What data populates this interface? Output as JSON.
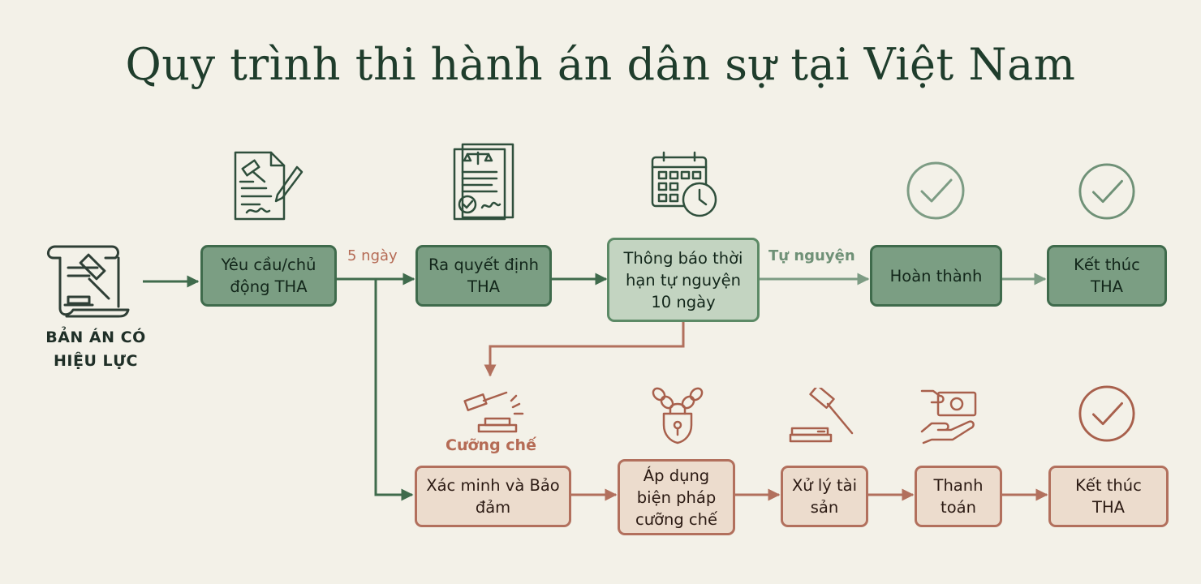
{
  "title": "Quy trình thi hành án dân sự tại Việt Nam",
  "start": {
    "label": "BẢN ÁN CÓ HIỆU LỰC",
    "icon": "judgment-scroll-gavel-icon"
  },
  "top_flow": [
    {
      "label": "Yêu cầu/chủ động THA",
      "icon": "document-gavel-pen-icon"
    },
    {
      "label": "Ra quyết định THA",
      "icon": "scales-document-seal-icon"
    },
    {
      "label": "Thông báo thời hạn tự nguyện 10 ngày",
      "icon": "calendar-clock-icon"
    },
    {
      "label": "Hoàn thành",
      "icon": "check-circle-icon"
    },
    {
      "label": "Kết thúc THA",
      "icon": "check-circle-icon"
    }
  ],
  "bottom_flow": [
    {
      "label": "Xác minh và Bảo đảm",
      "icon": "gavel-strike-icon"
    },
    {
      "label": "Áp dụng biện pháp cưỡng chế",
      "icon": "chain-padlock-icon"
    },
    {
      "label": "Xử lý tài sản",
      "icon": "gavel-block-icon"
    },
    {
      "label": "Thanh toán",
      "icon": "hand-money-icon"
    },
    {
      "label": "Kết thúc THA",
      "icon": "check-circle-icon"
    }
  ],
  "edge_labels": {
    "days_5": "5 ngày",
    "voluntary": "Tự nguyện",
    "coercion": "Cưỡng chế"
  },
  "colors": {
    "background": "#f3f1e8",
    "title": "#1f3d2c",
    "green_dark": "#3f6b4c",
    "green_fill": "#7b9e83",
    "green_light": "#c3d4c1",
    "red_line": "#b2705d",
    "red_fill": "#ecdccd"
  }
}
